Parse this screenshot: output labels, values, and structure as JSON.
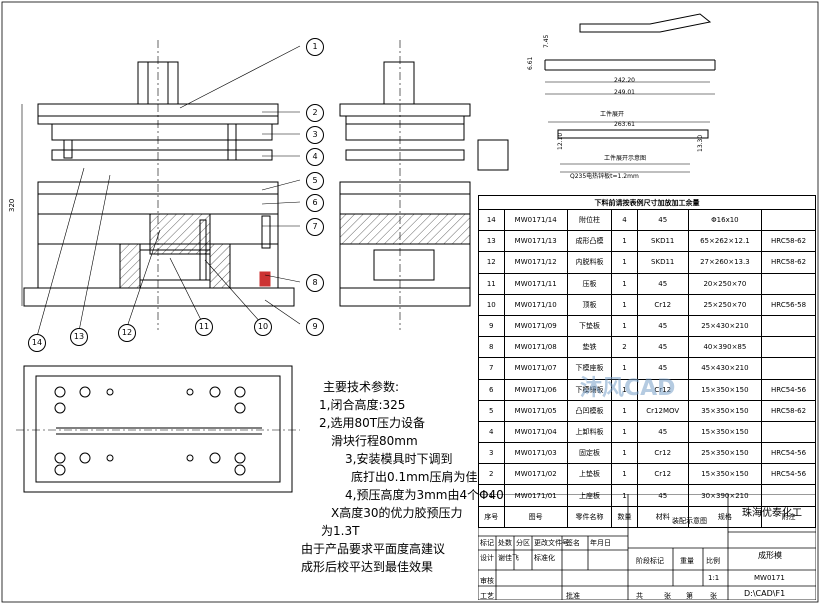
{
  "balloons": [
    "1",
    "2",
    "3",
    "4",
    "5",
    "6",
    "7",
    "8",
    "9",
    "10",
    "11",
    "12",
    "13",
    "14"
  ],
  "dimensions": {
    "overall_height": "320",
    "part_length_1": "242.20",
    "part_length_2": "249.01",
    "part_height_1": "7.45",
    "part_height_2": "6.61",
    "flat_length": "263.61",
    "flat_height_1": "12.10",
    "flat_height_2": "13.30"
  },
  "part_labels": {
    "flat_title": "工件展开",
    "flat_subtitle": "工件展开示意图",
    "material": "Q235电热锌板t=1.2mm"
  },
  "notes": {
    "title": "主要技术参数:",
    "lines": [
      "1,闭合高度:325",
      "2,选用80T压力设备",
      "滑块行程80mm",
      "3,安装模具时下调到",
      "底打出0.1mm压肩为佳",
      "4,预压高度为3mm由4个Φ40",
      "X高度30的优力胶预压力",
      "为1.3T",
      "由于产品要求平面度高建议",
      "成形后校平达到最佳效果"
    ]
  },
  "bom": {
    "title": "下料前请按表例尺寸加放加工余量",
    "rows": [
      [
        "14",
        "MW0171/14",
        "附位柱",
        "4",
        "45",
        "Φ16x10",
        ""
      ],
      [
        "13",
        "MW0171/13",
        "成形凸模",
        "1",
        "SKD11",
        "65×262×12.1",
        "HRC58-62"
      ],
      [
        "12",
        "MW0171/12",
        "内脱料板",
        "1",
        "SKD11",
        "27×260×13.3",
        "HRC58-62"
      ],
      [
        "11",
        "MW0171/11",
        "压板",
        "1",
        "45",
        "20×250×70",
        ""
      ],
      [
        "10",
        "MW0171/10",
        "顶板",
        "1",
        "Cr12",
        "25×250×70",
        "HRC56-58"
      ],
      [
        "9",
        "MW0171/09",
        "下垫板",
        "1",
        "45",
        "25×430×210",
        ""
      ],
      [
        "8",
        "MW0171/08",
        "垫铁",
        "2",
        "45",
        "40×390×85",
        ""
      ],
      [
        "7",
        "MW0171/07",
        "下模座板",
        "1",
        "45",
        "45×430×210",
        ""
      ],
      [
        "6",
        "MW0171/06",
        "下模镶板",
        "1",
        "Cr12",
        "15×350×150",
        "HRC54-56"
      ],
      [
        "5",
        "MW0171/05",
        "凸凹模板",
        "1",
        "Cr12MOV",
        "35×350×150",
        "HRC58-62"
      ],
      [
        "4",
        "MW0171/04",
        "上卸料板",
        "1",
        "45",
        "15×350×150",
        ""
      ],
      [
        "3",
        "MW0171/03",
        "固定板",
        "1",
        "Cr12",
        "25×350×150",
        "HRC54-56"
      ],
      [
        "2",
        "MW0171/02",
        "上垫板",
        "1",
        "Cr12",
        "15×350×150",
        "HRC54-56"
      ],
      [
        "1",
        "MW0171/01",
        "上座板",
        "1",
        "45",
        "30×390×210",
        ""
      ]
    ],
    "header": [
      "序号",
      "图号",
      "零件名称",
      "数量",
      "材料",
      "规格",
      "附注"
    ]
  },
  "title_block": {
    "company": "珠海优泰化工",
    "drawing_name": "装配示意图",
    "part_name": "成形模",
    "drawing_no": "MW0171",
    "scale": "1:1",
    "path": "D:\\CAD\\F1",
    "labels": [
      "标记",
      "处数",
      "分区",
      "更改文件号",
      "签名",
      "年月日",
      "设计",
      "谢佳飞",
      "标准化",
      "审核",
      "工艺",
      "批准",
      "阶段标记",
      "重量",
      "比例",
      "共",
      "张",
      "第",
      "张"
    ]
  },
  "watermark": "沐风CAD"
}
